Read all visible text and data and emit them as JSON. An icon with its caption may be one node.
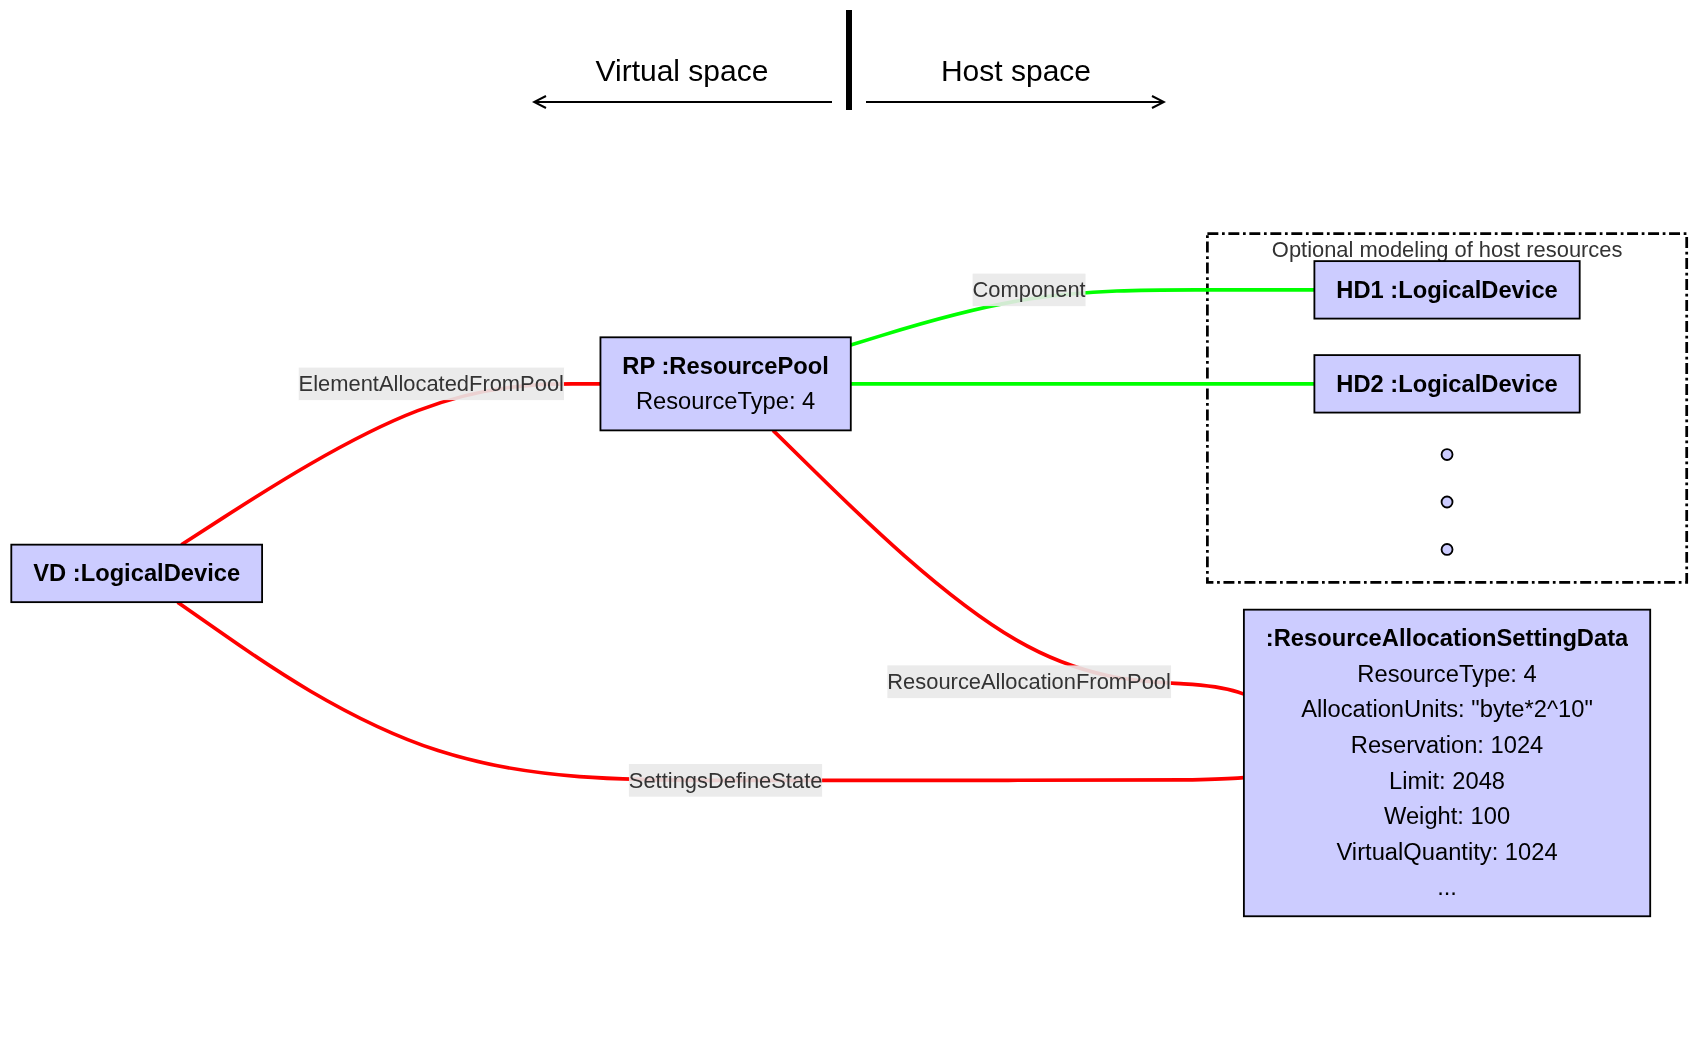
{
  "diagram": {
    "nodes": [
      {
        "text": [
          "VD :LogicalDevice"
        ]
      },
      {
        "text": [
          "RP :ResourcePool",
          "ResourceType: 4"
        ]
      },
      {
        "text": [
          ":ResourceAllocationSettingData",
          "ResourceType: 4",
          "AllocationUnits: \"byte*2^10\"",
          "Reservation: 1024",
          "Limit: 2048",
          "Weight: 100",
          "VirtualQuantity: 1024",
          "..."
        ]
      },
      {
        "text": [
          "Optional modeling of host resources"
        ]
      },
      {
        "text": [
          "HD1 :LogicalDevice"
        ],
        "in": 3
      },
      {
        "text": [
          "HD2 :LogicalDevice"
        ],
        "in": 3
      },
      {
        "text": [],
        "shape": "circle",
        "in": 3
      },
      {
        "text": [],
        "shape": "circle",
        "in": 3
      },
      {
        "text": [],
        "shape": "circle",
        "in": 3
      }
    ],
    "edges": [
      {
        "from": 0,
        "to": 1,
        "arrow": "none",
        "label": "ElementAllocatedFromPool"
      },
      {
        "from": 0,
        "to": 2,
        "arrow": "none",
        "label": "SettingsDefineState"
      },
      {
        "from": 1,
        "to": 2,
        "arrow": "none",
        "label": "ResourceAllocationFromPool"
      },
      {
        "from": 1,
        "to": 4,
        "arrow": "other",
        "label": "Component",
        "color": "#00ff00"
      },
      {
        "from": 1,
        "to": 5,
        "arrow": "other",
        "color": "#00ff00"
      }
    ],
    "labels": [
      "Virtual space",
      "Host space"
    ]
  }
}
